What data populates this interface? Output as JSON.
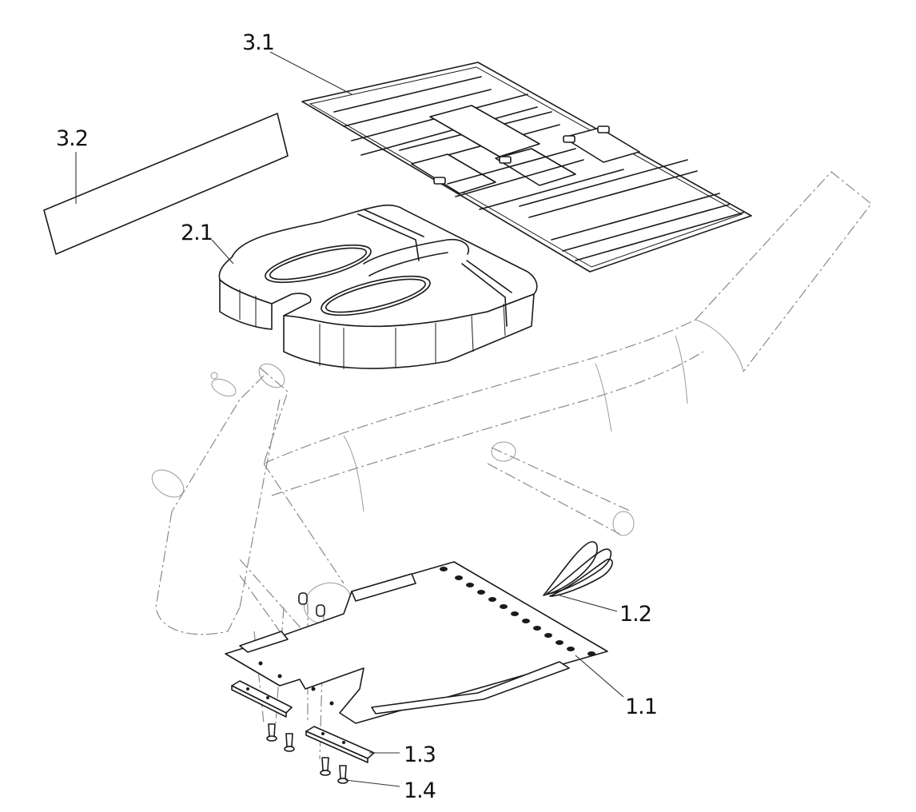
{
  "callouts": {
    "c31": "3.1",
    "c32": "3.2",
    "c21": "2.1",
    "c12": "1.2",
    "c11": "1.1",
    "c13": "1.3",
    "c14": "1.4"
  }
}
